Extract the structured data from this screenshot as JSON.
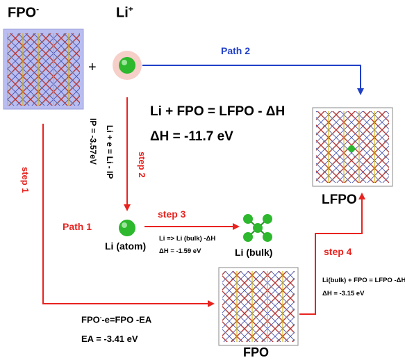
{
  "labels": {
    "fpo_minus": "FPO",
    "fpo_minus_sup": "-",
    "li_plus": "Li",
    "li_plus_sup": "+",
    "plus": "+",
    "path2": "Path 2",
    "path1": "Path 1",
    "step1": "step 1",
    "step2": "step 2",
    "step3": "step 3",
    "step4": "step 4",
    "main_eq": "Li + FPO = LFPO - ΔH",
    "main_dh": "ΔH = -11.7 eV",
    "ionize_eq": "Li + e = Li - IP",
    "ionize_plus": "+",
    "ip_value": "IP = -3.57eV",
    "li_atom": "Li (atom)",
    "li_bulk": "Li (bulk)",
    "step3_eq": "Li => Li (bulk) -ΔH",
    "step3_dh": "ΔH = -1.59 eV",
    "step4_eq": "Li(bulk) + FPO = LFPO -ΔH",
    "step4_dh": "ΔH = -3.15 eV",
    "lfpo": "LFPO",
    "fpo": "FPO",
    "ea_eq_a": "FPO",
    "ea_eq_sup": "-",
    "ea_eq_b": "-e=FPO  -EA",
    "ea_value": "EA = -3.41 eV"
  },
  "colors": {
    "red_arrow": "#e8231f",
    "blue_arrow": "#1f3fc7",
    "li_green": "#2db82d",
    "crystal_bg": "#b9bdf0"
  }
}
